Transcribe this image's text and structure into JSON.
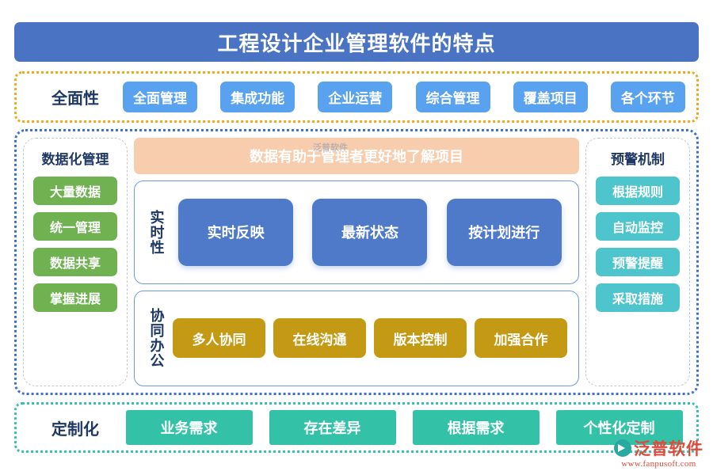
{
  "header": {
    "title": "工程设计企业管理软件的特点",
    "bg_color": "#4a73c4"
  },
  "sections": {
    "overall": {
      "label": "全面性",
      "border_color": "#f0a91d",
      "item_color": "#59a2f0",
      "items": [
        {
          "label": "全面管理"
        },
        {
          "label": "集成功能"
        },
        {
          "label": "企业运营"
        },
        {
          "label": "综合管理"
        },
        {
          "label": "覆盖项目"
        },
        {
          "label": "各个环节"
        }
      ]
    },
    "main": {
      "border_color": "#4170c8",
      "left_column": {
        "title": "数据化管理",
        "item_color": "#70b252",
        "items": [
          {
            "label": "大量数据"
          },
          {
            "label": "统一管理"
          },
          {
            "label": "数据共享"
          },
          {
            "label": "掌握进展"
          }
        ]
      },
      "right_column": {
        "title": "预警机制",
        "item_color": "#4ec5cd",
        "items": [
          {
            "label": "根据规则"
          },
          {
            "label": "自动监控"
          },
          {
            "label": "预警提醒"
          },
          {
            "label": "采取措施"
          }
        ]
      },
      "banner": {
        "text": "数据有助于管理者更好地了解项目",
        "bg_color": "#f7cdae"
      },
      "groups": [
        {
          "vertical_label": "实时性",
          "item_color": "#4e7ac9",
          "items": [
            {
              "label": "实时反映"
            },
            {
              "label": "最新状态"
            },
            {
              "label": "按计划进行"
            }
          ]
        },
        {
          "vertical_label": "协同办公",
          "item_color": "#c49a14",
          "items": [
            {
              "label": "多人协同"
            },
            {
              "label": "在线沟通"
            },
            {
              "label": "版本控制"
            },
            {
              "label": "加强合作"
            }
          ]
        }
      ]
    },
    "custom": {
      "label": "定制化",
      "border_color": "#35c0b0",
      "item_color": "#33c1a8",
      "items": [
        {
          "label": "业务需求"
        },
        {
          "label": "存在差异"
        },
        {
          "label": "根据需求"
        },
        {
          "label": "个性化定制"
        }
      ]
    }
  },
  "watermark": {
    "center_text": "泛普软件",
    "brand_name": "泛普软件",
    "brand_url": "www.fanpusoft.com",
    "brand_color": "#e04a3c"
  }
}
